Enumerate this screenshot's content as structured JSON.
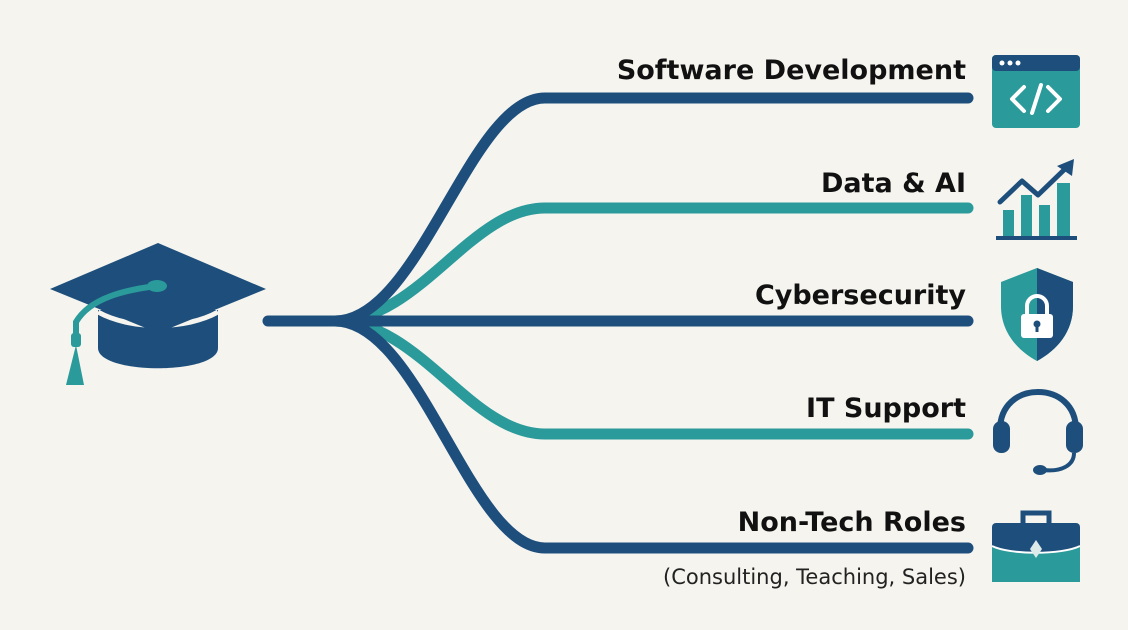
{
  "colors": {
    "background": "#f5f4ef",
    "navy": "#1e4f7c",
    "teal": "#2a9a9a",
    "text": "#111111"
  },
  "hub": {
    "icon": "graduation-cap-icon"
  },
  "branches": [
    {
      "label": "Software Development",
      "icon": "code-window-icon",
      "color": "#1e4f7c"
    },
    {
      "label": "Data & AI",
      "icon": "bar-chart-growth-icon",
      "color": "#2a9a9a"
    },
    {
      "label": "Cybersecurity",
      "icon": "shield-lock-icon",
      "color": "#1e4f7c"
    },
    {
      "label": "IT Support",
      "icon": "headset-icon",
      "color": "#2a9a9a"
    },
    {
      "label": "Non-Tech Roles",
      "sublabel": "(Consulting, Teaching, Sales)",
      "icon": "briefcase-icon",
      "color": "#1e4f7c"
    }
  ]
}
